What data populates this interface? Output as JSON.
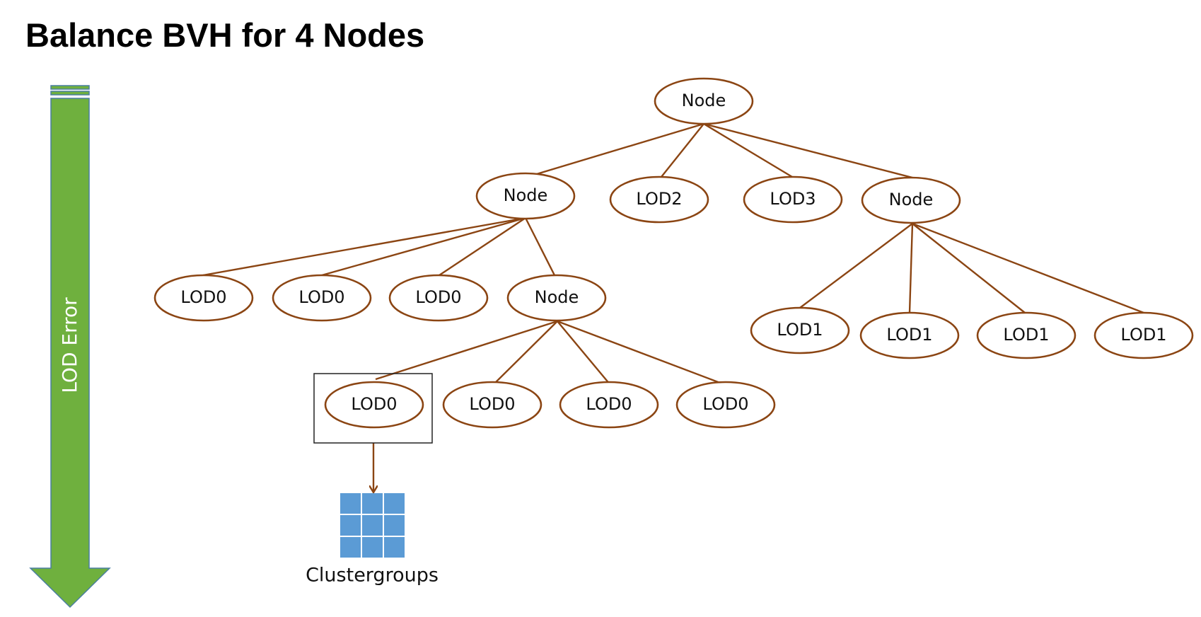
{
  "title": "Balance BVH for 4 Nodes",
  "axis": {
    "label": "LOD Error",
    "color": "#6fb03e",
    "border": "#4a7fa0"
  },
  "edge_color": "#8b4513",
  "grid_color": "#5b9bd5",
  "caption": "Clustergroups",
  "nodes": {
    "root": "Node",
    "mid_left": "Node",
    "lod2": "LOD2",
    "lod3": "LOD3",
    "mid_right": "Node",
    "l0_a": "LOD0",
    "l0_b": "LOD0",
    "l0_c": "LOD0",
    "inner": "Node",
    "r1_a": "LOD1",
    "r1_b": "LOD1",
    "r1_c": "LOD1",
    "r1_d": "LOD1",
    "b0_a": "LOD0",
    "b0_b": "LOD0",
    "b0_c": "LOD0",
    "b0_d": "LOD0"
  }
}
